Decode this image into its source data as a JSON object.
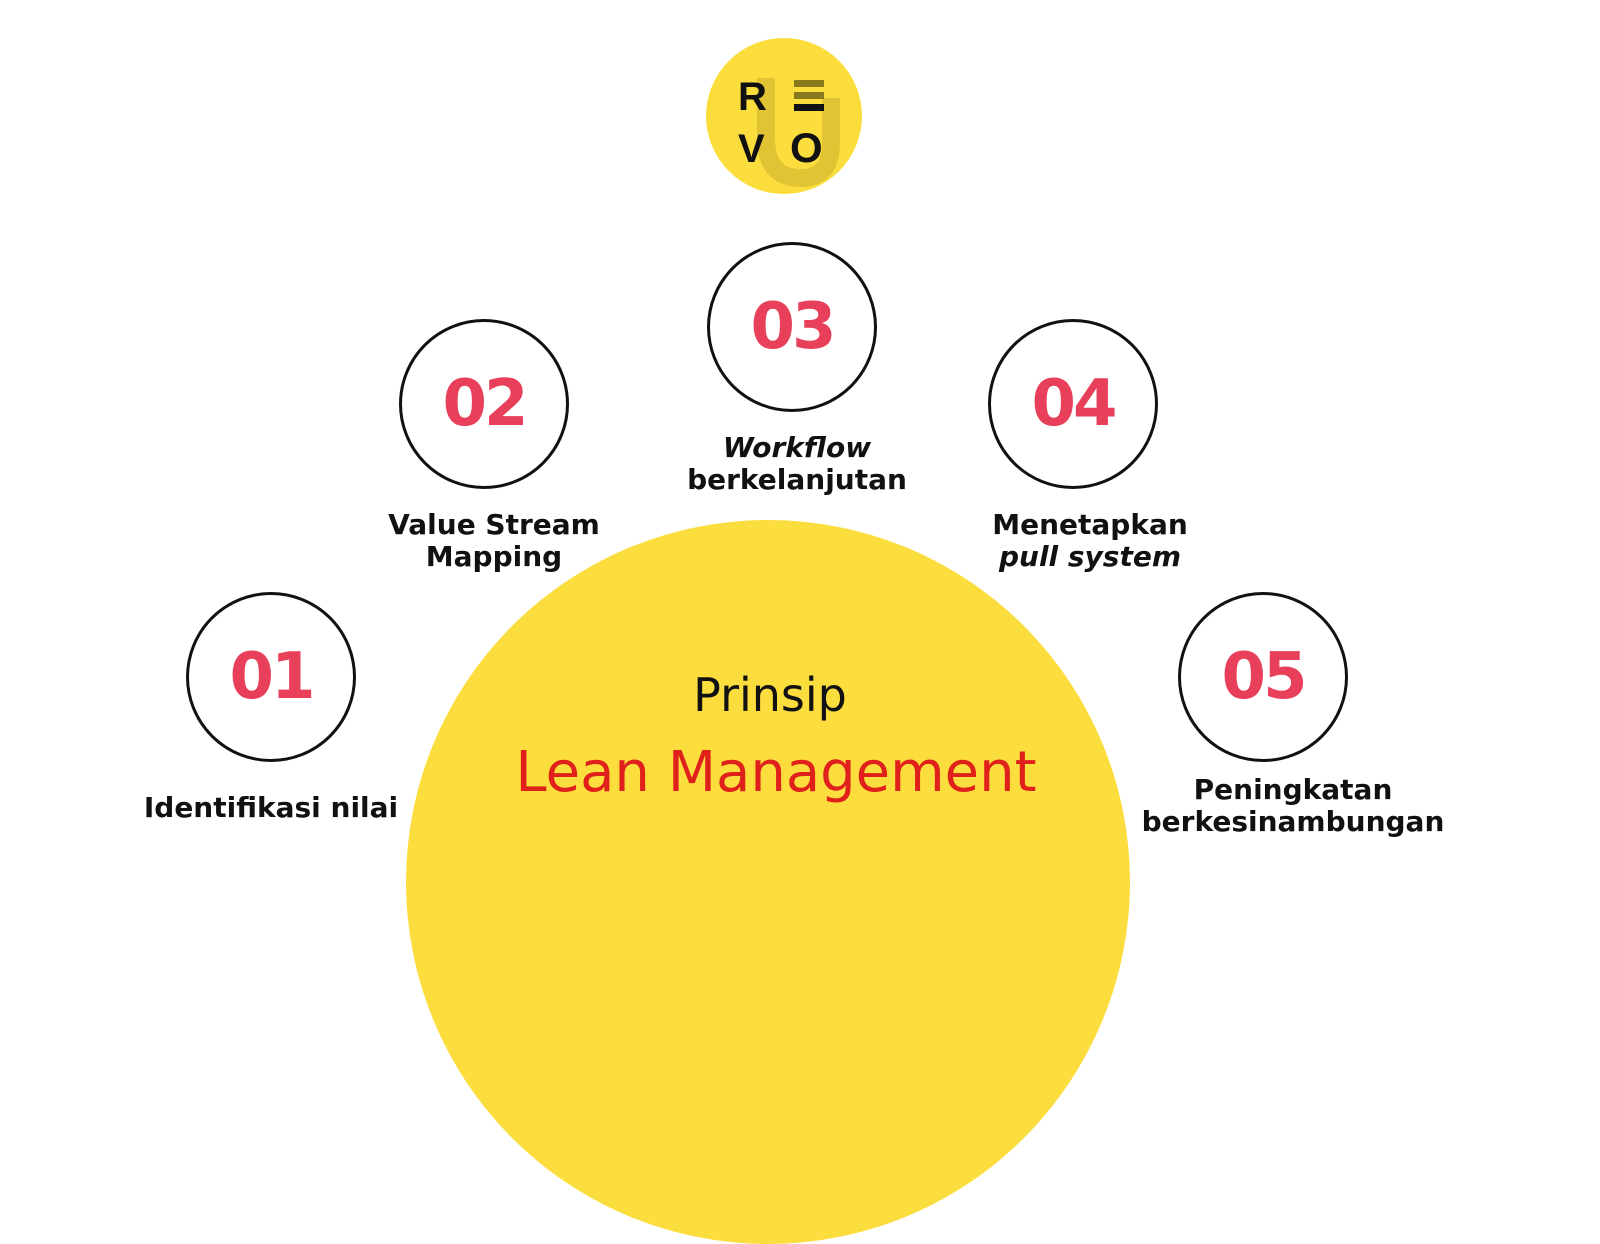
{
  "logo": {
    "text": "REVO",
    "letters": [
      "R",
      "E",
      "V",
      "O"
    ]
  },
  "title": {
    "line1": "Prinsip",
    "line2": "Lean Management"
  },
  "steps": [
    {
      "number": "01",
      "label": "Identifikasi nilai"
    },
    {
      "number": "02",
      "label_line1": "Value Stream",
      "label_line2": "Mapping"
    },
    {
      "number": "03",
      "label_line1": "Workflow",
      "label_line2": "berkelanjutan"
    },
    {
      "number": "04",
      "label_line1": "Menetapkan",
      "label_line2": "pull system"
    },
    {
      "number": "05",
      "label_line1": "Peningkatan",
      "label_line2": "berkesinambungan"
    }
  ],
  "colors": {
    "yellow": "#FCDD3E",
    "number_red": "#E8405A",
    "title_red": "#E0201B"
  }
}
